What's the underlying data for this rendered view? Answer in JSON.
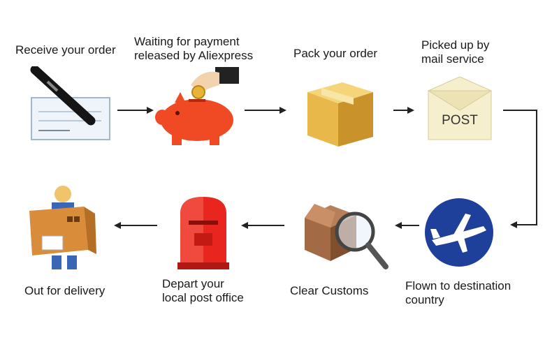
{
  "steps": [
    {
      "label": "Receive your order",
      "icon": "pen-check-icon"
    },
    {
      "label": "Waiting for payment\nreleased by Aliexpress",
      "icon": "piggy-bank-icon"
    },
    {
      "label": "Pack your order",
      "icon": "box-icon"
    },
    {
      "label": "Picked up by\nmail service",
      "icon": "post-envelope-icon",
      "icon_text": "POST"
    },
    {
      "label": "Flown to destination\ncountry",
      "icon": "airplane-icon"
    },
    {
      "label": "Clear Customs",
      "icon": "magnifier-box-icon"
    },
    {
      "label": "Depart your\nlocal post office",
      "icon": "mailbox-icon"
    },
    {
      "label": "Out for delivery",
      "icon": "courier-icon"
    }
  ],
  "colors": {
    "arrow": "#222222",
    "piggy": "#f04a25",
    "box": "#e8b84a",
    "mailbox": "#e8261f",
    "plane_bg": "#1e3f9a"
  }
}
